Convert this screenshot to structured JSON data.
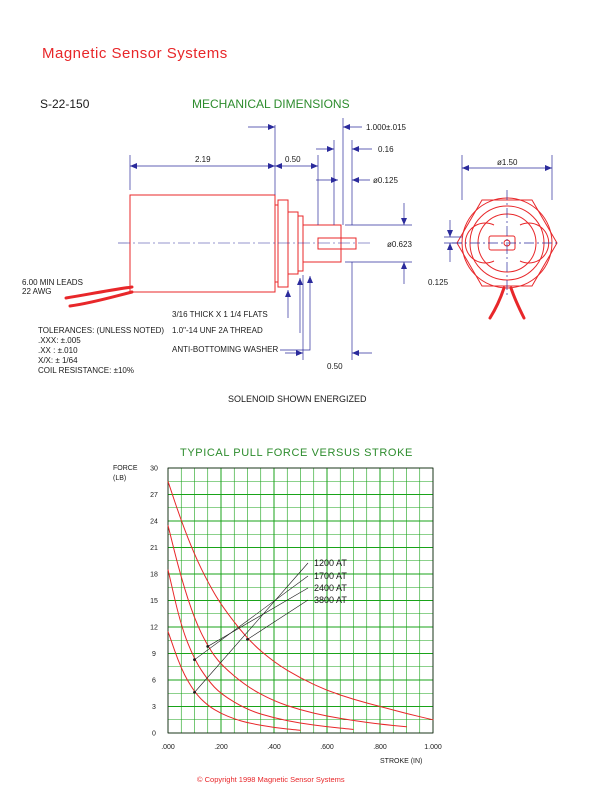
{
  "header": {
    "company": "Magnetic Sensor Systems",
    "part_number": "S-22-150",
    "section_title": "MECHANICAL DIMENSIONS"
  },
  "dimensions": {
    "length": "2.19",
    "shoulder": "0.50",
    "stroke_total": "1.000±.015",
    "plunger_head": "0.16",
    "pin_dia": "ø0.125",
    "plunger_dia": "ø0.623",
    "washer": "0.50",
    "body_dia": "ø1.50",
    "offset": "0.125"
  },
  "notes": {
    "leads": [
      "6.00 MIN LEADS",
      "22 AWG"
    ],
    "flats": "3/16 THICK X 1 1/4 FLATS",
    "thread": "1.0\"-14 UNF 2A THREAD",
    "washer": "ANTI-BOTTOMING WASHER",
    "tolerances": [
      "TOLERANCES: (UNLESS NOTED)",
      ".XXX: ±.005",
      ".XX : ±.010",
      "X/X:  ± 1/64",
      "COIL RESISTANCE: ±10%"
    ],
    "energized": "SOLENOID SHOWN ENERGIZED"
  },
  "colors": {
    "outline": "#e8272a",
    "dimension": "#2b2b9c",
    "grid": "#19a319",
    "text": "#1a1a1a",
    "chart_title": "#2d8c2d"
  },
  "chart_data": {
    "type": "line",
    "title": "TYPICAL PULL FORCE VERSUS STROKE",
    "ylabel": [
      "FORCE",
      "(LB)"
    ],
    "xlabel": "STROKE (IN)",
    "xlim": [
      0,
      1.0
    ],
    "ylim": [
      0,
      30
    ],
    "x_ticks": [
      ".000",
      ".200",
      ".400",
      ".600",
      ".800",
      "1.000"
    ],
    "y_ticks": [
      "0",
      "3",
      "6",
      "9",
      "12",
      "15",
      "18",
      "21",
      "24",
      "27",
      "30"
    ],
    "grid": true,
    "series": [
      {
        "name": "1200 AT",
        "x": [
          0.0,
          0.05,
          0.1,
          0.15,
          0.2,
          0.25,
          0.3,
          0.4,
          0.5
        ],
        "y": [
          11.5,
          7.2,
          4.6,
          3.1,
          2.2,
          1.6,
          1.15,
          0.6,
          0.3
        ]
      },
      {
        "name": "1700 AT",
        "x": [
          0.0,
          0.05,
          0.1,
          0.15,
          0.2,
          0.3,
          0.4,
          0.5,
          0.6,
          0.7
        ],
        "y": [
          18.5,
          12.0,
          8.3,
          6.0,
          4.4,
          2.6,
          1.7,
          1.1,
          0.7,
          0.4
        ]
      },
      {
        "name": "2400 AT",
        "x": [
          0.0,
          0.05,
          0.1,
          0.15,
          0.2,
          0.3,
          0.4,
          0.5,
          0.6,
          0.7,
          0.8,
          0.9
        ],
        "y": [
          23.5,
          17.5,
          12.9,
          9.8,
          7.7,
          5.2,
          3.6,
          2.6,
          1.9,
          1.4,
          1.0,
          0.7
        ]
      },
      {
        "name": "3800 AT",
        "x": [
          0.0,
          0.05,
          0.1,
          0.15,
          0.2,
          0.3,
          0.4,
          0.5,
          0.6,
          0.7,
          0.8,
          0.9,
          1.0
        ],
        "y": [
          28.5,
          24.0,
          20.2,
          17.1,
          14.5,
          10.6,
          8.0,
          6.2,
          4.8,
          3.8,
          3.0,
          2.2,
          1.5
        ]
      }
    ]
  },
  "footer": {
    "copyright": "©  Copyright 1998 Magnetic Sensor Systems"
  }
}
